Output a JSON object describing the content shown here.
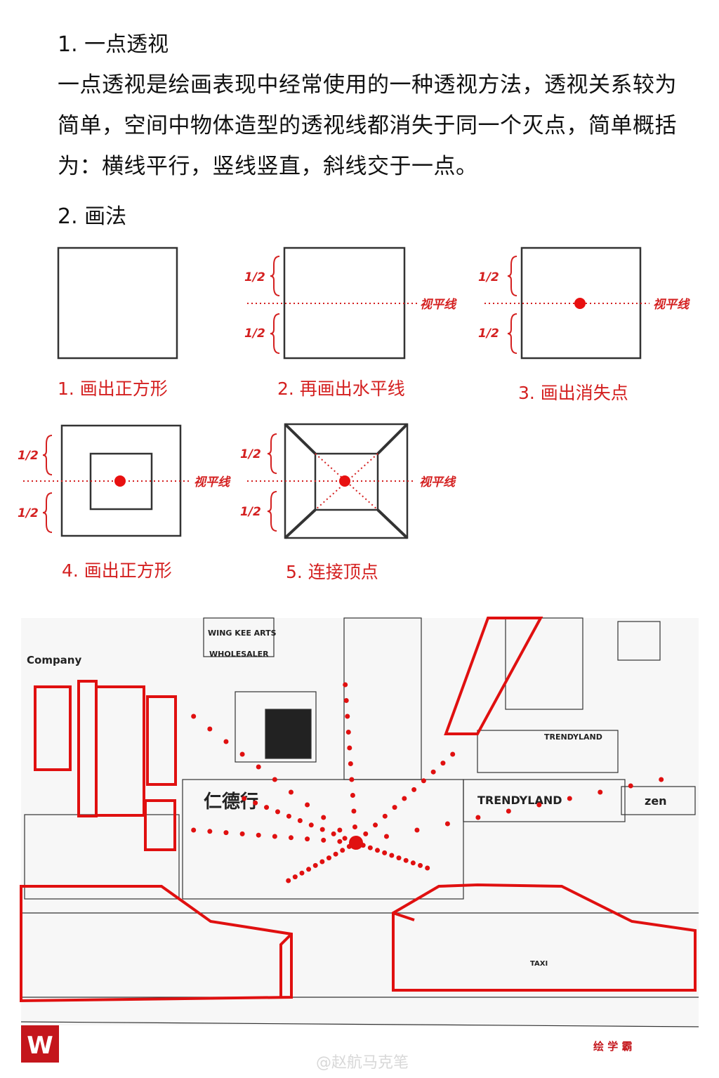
{
  "section1": {
    "title": "1. 一点透视",
    "paragraph": "一点透视是绘画表现中经常使用的一种透视方法，透视关系较为简单，空间中物体造型的透视线都消失于同一个灭点，简单概括为：横线平行，竖线竖直，斜线交于一点。"
  },
  "section2": {
    "title": "2. 画法",
    "half_label": "1/2",
    "horizon_label": "视平线",
    "steps": [
      {
        "caption": "1. 画出正方形"
      },
      {
        "caption": "2. 再画出水平线"
      },
      {
        "caption": "3. 画出消失点"
      },
      {
        "caption": "4. 画出正方形"
      },
      {
        "caption": "5. 连接顶点"
      }
    ]
  },
  "scene": {
    "signs": [
      "TRENDYLAND",
      "zen",
      "仁德行",
      "WING KEE ARTS",
      "WHOLESALER",
      "Company",
      "TRENDYLAND",
      "TAXI"
    ]
  },
  "footer": {
    "logo_letter": "W",
    "brand": "绘 学 霸",
    "watermark": "@赵航马克笔"
  },
  "colors": {
    "accent": "#d42020",
    "ink": "#222222"
  }
}
